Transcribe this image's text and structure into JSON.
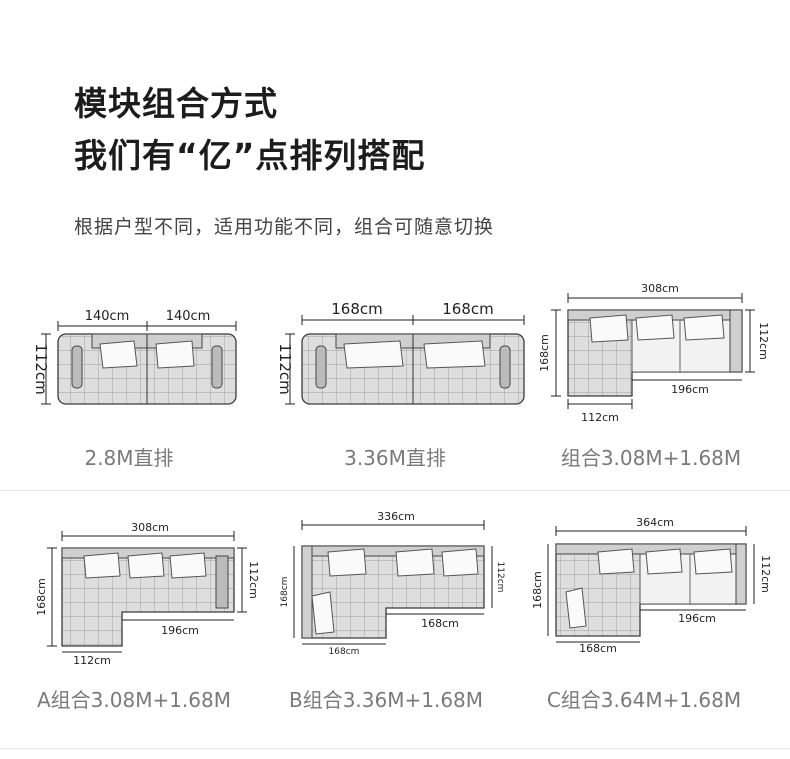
{
  "heading": {
    "line1": "模块组合方式",
    "line2": "我们有“亿”点排列搭配"
  },
  "subtitle": "根据户型不同，适用功能不同，组合可随意切换",
  "configs": [
    {
      "caption": "2.8M直排",
      "dims": {
        "w1": "140cm",
        "w2": "140cm",
        "depth": "112cm"
      }
    },
    {
      "caption": "3.36M直排",
      "dims": {
        "w1": "168cm",
        "w2": "168cm",
        "depth": "112cm"
      }
    },
    {
      "caption": "组合3.08M+1.68M",
      "dims": {
        "total": "308cm",
        "chaise": "168cm",
        "depth": "112cm",
        "seat": "196cm",
        "chaise_w": "112cm"
      }
    },
    {
      "caption": "A组合3.08M+1.68M",
      "dims": {
        "total": "308cm",
        "chaise": "168cm",
        "depth": "112cm",
        "seat": "196cm",
        "chaise_w": "112cm"
      }
    },
    {
      "caption": "B组合3.36M+1.68M",
      "dims": {
        "total": "336cm",
        "chaise": "168cm",
        "depth": "112cm",
        "seat": "168cm",
        "chaise_w": "168cm"
      }
    },
    {
      "caption": "C组合3.64M+1.68M",
      "dims": {
        "total": "364cm",
        "chaise": "168cm",
        "depth": "112cm",
        "seat": "196cm",
        "chaise_w": "168cm"
      }
    }
  ]
}
